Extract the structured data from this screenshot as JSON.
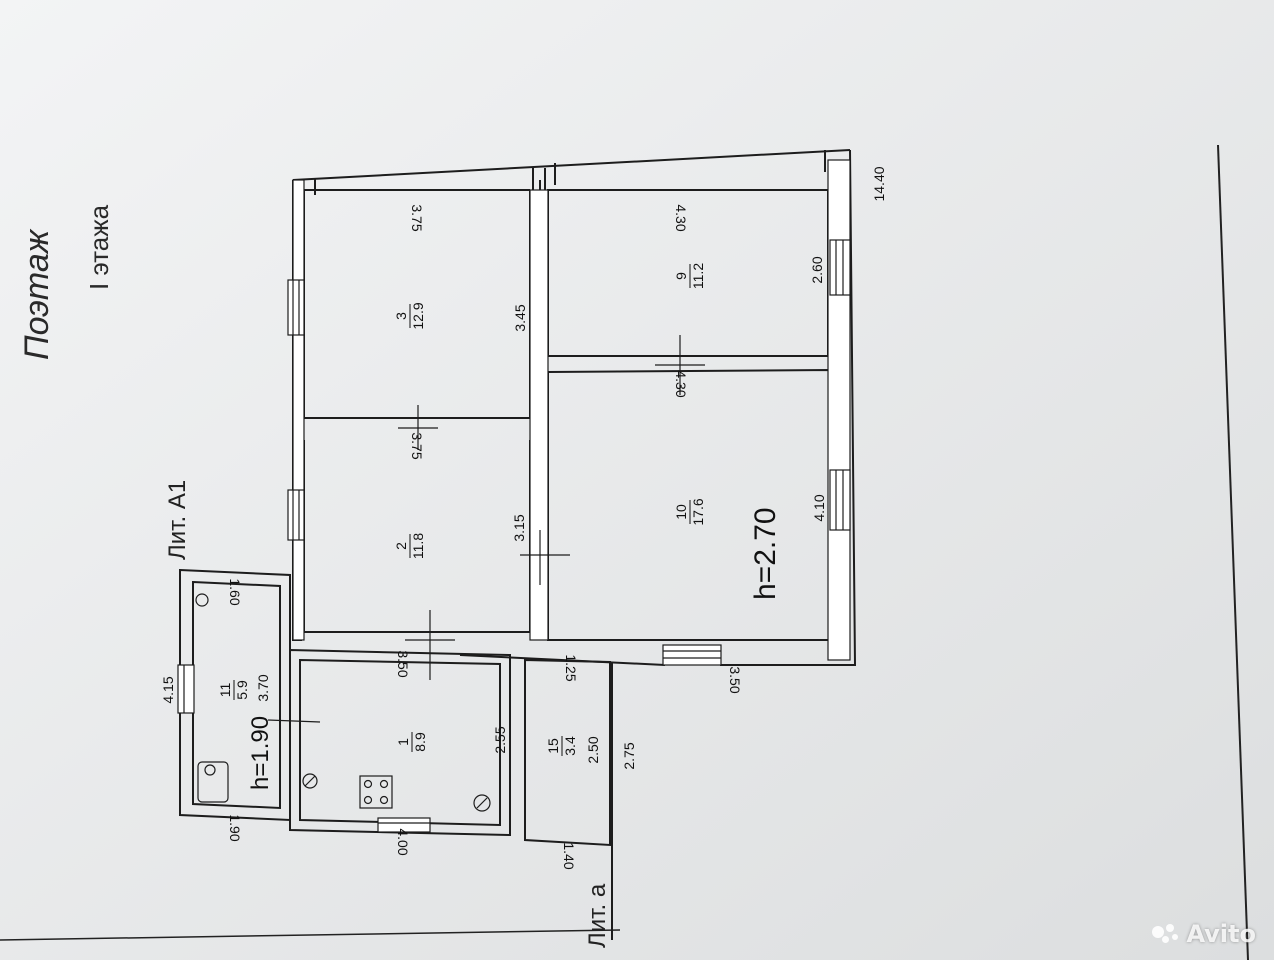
{
  "header": {
    "title": "Поэтаж",
    "subtitle": "I этажа"
  },
  "labels": {
    "lit_a1": "Лит. А1",
    "lit_a": "Лит. а",
    "height_main": "h=2.70",
    "height_bath": "h=1.90"
  },
  "rooms": [
    {
      "num": "1",
      "area": "8.9"
    },
    {
      "num": "2",
      "area": "11.8"
    },
    {
      "num": "3",
      "area": "12.9"
    },
    {
      "num": "9",
      "area": "11.2"
    },
    {
      "num": "10",
      "area": "17.6"
    },
    {
      "num": "11",
      "area": "5.9"
    },
    {
      "num": "15",
      "area": "3.4"
    }
  ],
  "dimensions": [
    "3.75",
    "3.45",
    "4.30",
    "2.60",
    "14.40",
    "3.75",
    "3.15",
    "4.30",
    "4.10",
    "1.60",
    "3.50",
    "1.25",
    "3.50",
    "4.15",
    "3.70",
    "2.55",
    "2.50",
    "2.75",
    "1.90",
    "4.00",
    "1.40"
  ],
  "watermark": "Avito"
}
